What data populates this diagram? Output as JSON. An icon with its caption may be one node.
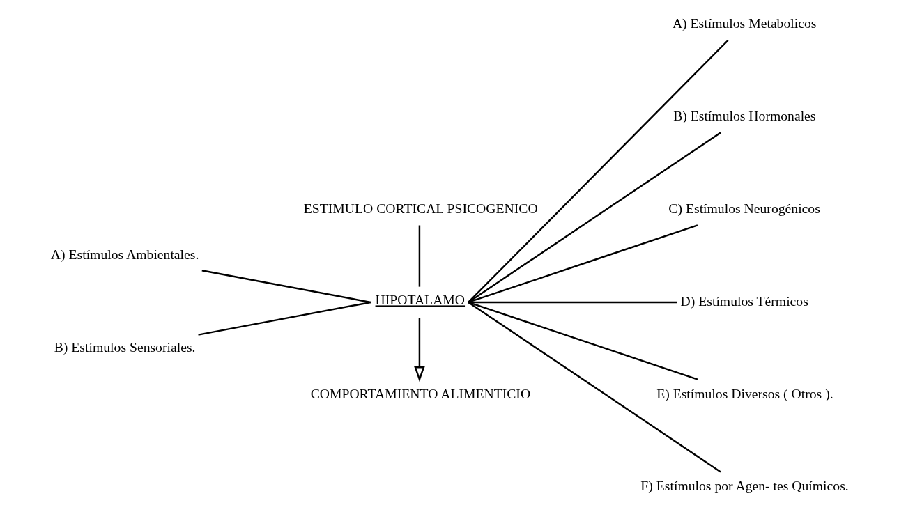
{
  "diagram": {
    "nodes": [
      {
        "text": [
          "ESTIMULO CORTICAL PSICOGENICO"
        ]
      },
      {
        "text": [
          "A) Estímulos Ambientales."
        ]
      },
      {
        "text": [
          "A) Estímulos Metabolicos"
        ]
      },
      {
        "text": [
          "B) Estímulos Hormonales"
        ]
      },
      {
        "text": [
          "C) Estímulos Neurogénicos"
        ]
      },
      {
        "text": [
          "HIPOTALAMO"
        ]
      },
      {
        "text": [
          "D) Estímulos Térmicos"
        ]
      },
      {
        "text": [
          "E) Estímulos Diversos ( Otros )."
        ]
      },
      {
        "text": [
          "B) Estímulos Sensoriales."
        ]
      },
      {
        "text": [
          "F) Estímulos por Agen- tes Químicos."
        ]
      },
      {
        "text": [
          "COMPORTAMIENTO ALIMENTICIO"
        ]
      }
    ],
    "edges": [
      {
        "from": 0,
        "to": 5,
        "arrow": "none"
      },
      {
        "from": 1,
        "to": 5,
        "arrow": "none"
      },
      {
        "from": 2,
        "to": 5,
        "arrow": "none"
      },
      {
        "from": 3,
        "to": 5,
        "arrow": "none"
      },
      {
        "from": 4,
        "to": 5,
        "arrow": "none"
      },
      {
        "from": 6,
        "to": 5,
        "arrow": "none"
      },
      {
        "from": 7,
        "to": 5,
        "arrow": "none"
      },
      {
        "from": 8,
        "to": 5,
        "arrow": "none"
      },
      {
        "from": 9,
        "to": 5,
        "arrow": "none"
      },
      {
        "from": 5,
        "to": 10,
        "arrow": "to"
      }
    ]
  }
}
